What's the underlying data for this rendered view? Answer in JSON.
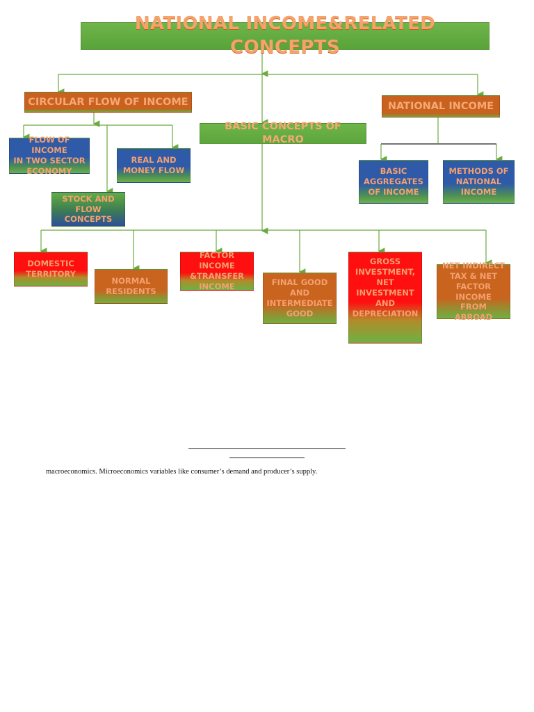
{
  "diagram": {
    "title": "NATIONAL INCOME&RELATED CONCEPTS",
    "nodes": {
      "circular_flow": "CIRCULAR FLOW OF INCOME",
      "basic_concepts": "BASIC CONCEPTS OF MACRO",
      "national_income": "NATIONAL INCOME",
      "flow_two_sector": [
        "FLOW OF INCOME",
        "IN TWO SECTOR",
        "ECONOMY"
      ],
      "real_money_flow": [
        "REAL AND",
        "MONEY FLOW"
      ],
      "stock_flow": [
        "STOCK AND",
        "FLOW CONCEPTS"
      ],
      "basic_aggregates": [
        "BASIC",
        "AGGREGATES",
        "OF INCOME"
      ],
      "methods_national": [
        "METHODS OF",
        "NATIONAL",
        "INCOME"
      ],
      "domestic_territory": [
        "DOMESTIC",
        "TERRITORY"
      ],
      "normal_residents": [
        "NORMAL",
        "RESIDENTS"
      ],
      "factor_income": [
        "FACTOR INCOME",
        "&TRANSFER",
        "INCOME"
      ],
      "final_good": [
        "FINAL GOOD",
        "AND",
        "INTERMEDIATE",
        "GOOD"
      ],
      "gross_investment": [
        "GROSS",
        "INVESTMENT,",
        "NET",
        "INVESTMENT",
        "AND",
        "DEPRECIATION"
      ],
      "net_indirect": [
        "NET INDIRECT",
        "TAX & NET",
        "FACTOR INCOME",
        "FROM ABROAD"
      ]
    },
    "colors": {
      "connector": "#6aaa3e",
      "title_text": "#f5a36b",
      "orange": "#c9611f",
      "green": "#6db548",
      "blue": "#2f5aa8",
      "red": "#ff0f0f"
    }
  },
  "document": {
    "text_line": "macroeconomics. Microeconomics variables like consumer’s demand and producer’s supply."
  }
}
